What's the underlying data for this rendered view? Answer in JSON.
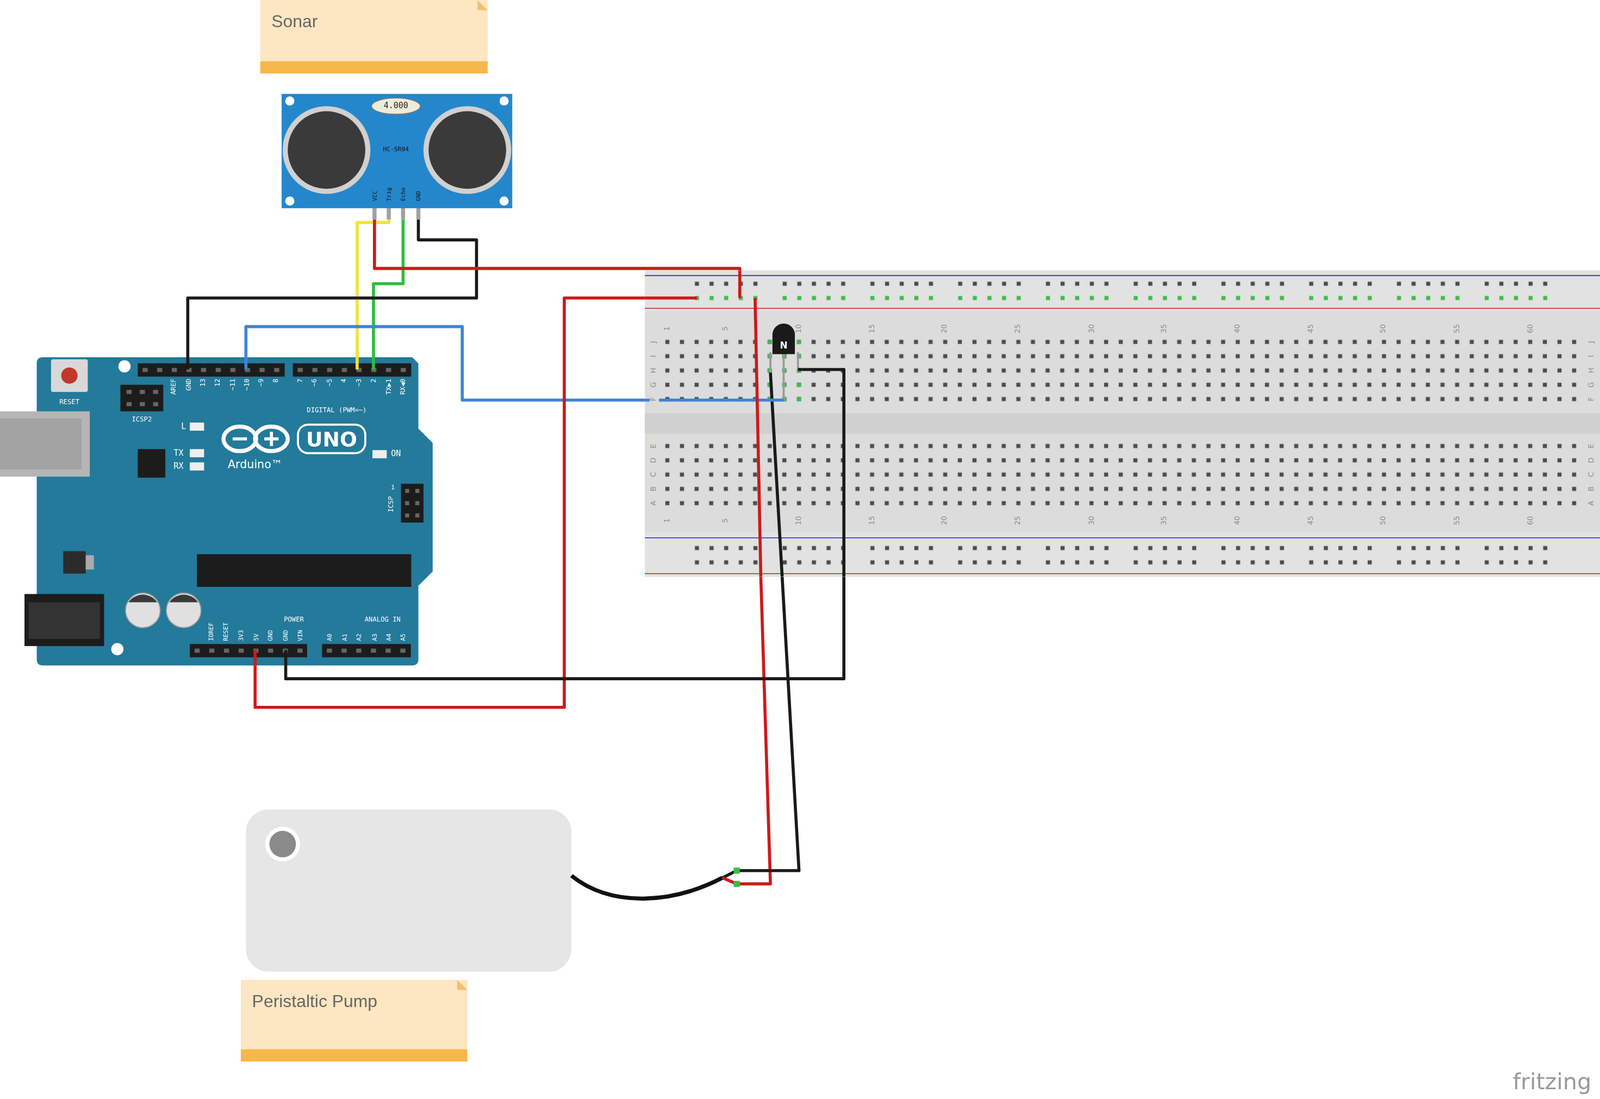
{
  "diagram": {
    "nodes": [
      {
        "text": [
          "Sonar"
        ]
      },
      {
        "text": [
          "4.000",
          "HC-SR04",
          "VCC",
          "Trig",
          "Echo",
          "GND"
        ]
      },
      {
        "text": [
          "RESET",
          "ICSP2",
          "AREF",
          "GND",
          "13",
          "12",
          "~11",
          "~10",
          "~9",
          "8",
          "7",
          "~6",
          "~5",
          "4",
          "~3",
          "2",
          "TX▶1",
          "RX◀0",
          "DIGITAL (PWM=~)",
          "L",
          "TX",
          "RX",
          "UNO",
          "Arduino™",
          "ON",
          "ICSP",
          "1",
          "IOREF",
          "RESET",
          "3V3",
          "5V",
          "GND",
          "GND",
          "VIN",
          "POWER",
          "A0",
          "A1",
          "A2",
          "A3",
          "A4",
          "A5",
          "ANALOG IN"
        ]
      },
      {
        "text": [
          "1",
          "5",
          "10",
          "15",
          "20",
          "25",
          "30",
          "35",
          "40",
          "45",
          "50",
          "55",
          "60",
          "1",
          "5",
          "10",
          "15",
          "20",
          "25",
          "30",
          "35",
          "40",
          "45",
          "50",
          "55",
          "60",
          "J",
          "I",
          "H",
          "G",
          "F",
          "E",
          "D",
          "C",
          "B",
          "A",
          "J",
          "I",
          "H",
          "G",
          "F",
          "E",
          "D",
          "C",
          "B",
          "A"
        ]
      },
      {
        "text": [
          "N"
        ],
        "in": 3
      },
      {
        "text": [
          "Peristaltic Pump"
        ]
      }
    ],
    "edges": [
      {
        "from": 1,
        "to": 2,
        "arrow": "none"
      },
      {
        "from": 1,
        "to": 2,
        "arrow": "none"
      },
      {
        "from": 1,
        "to": 2,
        "arrow": "none"
      },
      {
        "from": 1,
        "to": 3,
        "arrow": "none"
      },
      {
        "from": 2,
        "to": 4,
        "arrow": "none"
      },
      {
        "from": 2,
        "to": 3,
        "arrow": "none"
      },
      {
        "from": 2,
        "to": 3,
        "arrow": "none"
      }
    ],
    "labels": [
      "fritzing"
    ]
  }
}
